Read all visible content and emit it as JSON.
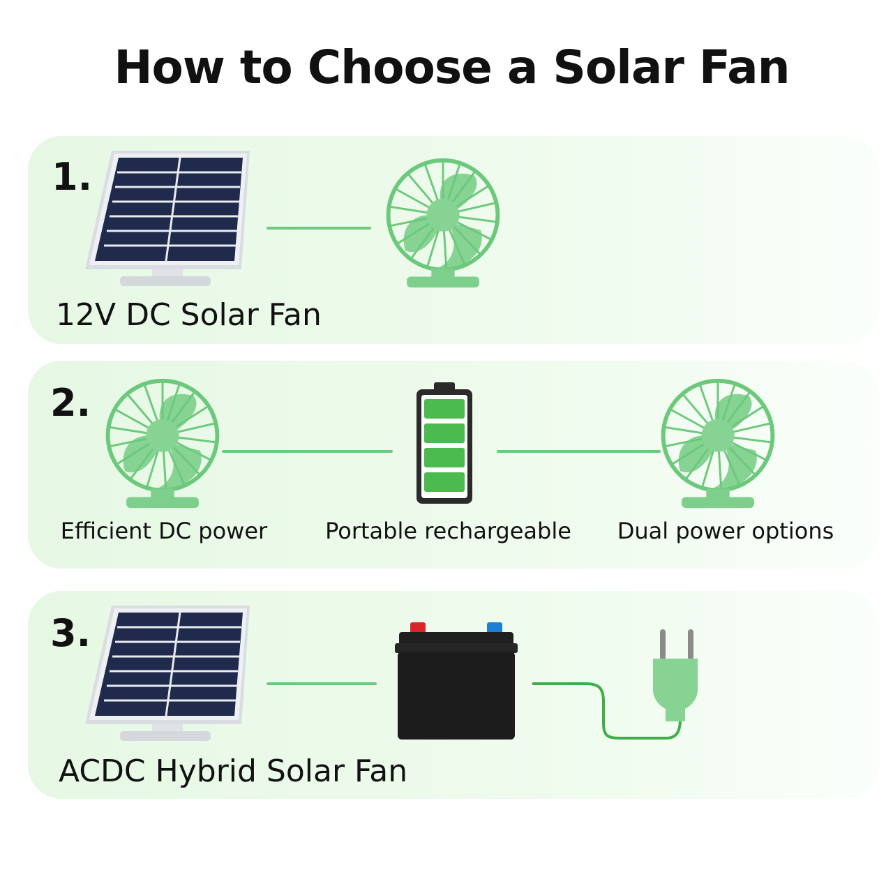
{
  "title": "How to Choose a Solar Fan",
  "colors": {
    "card_bg": "#e8f8e6",
    "accent_green": "#6cc97c",
    "fan_green": "#7fd08e",
    "battery_green": "#4cbb4f",
    "panel_blue": "#1f2a4d",
    "terminal_red": "#d9262b",
    "terminal_blue": "#1e7fd6"
  },
  "options": [
    {
      "number": "1.",
      "label": "12V DC Solar Fan",
      "icons": [
        "solar-panel-icon",
        "fan-icon"
      ]
    },
    {
      "number": "2.",
      "items": [
        {
          "icon": "fan-icon",
          "caption": "Efficient DC power"
        },
        {
          "icon": "rechargeable-battery-icon",
          "caption": "Portable rechargeable"
        },
        {
          "icon": "fan-icon",
          "caption": "Dual power options"
        }
      ]
    },
    {
      "number": "3.",
      "label": "ACDC Hybrid Solar Fan",
      "icons": [
        "solar-panel-icon",
        "car-battery-icon",
        "ac-plug-icon"
      ]
    }
  ]
}
